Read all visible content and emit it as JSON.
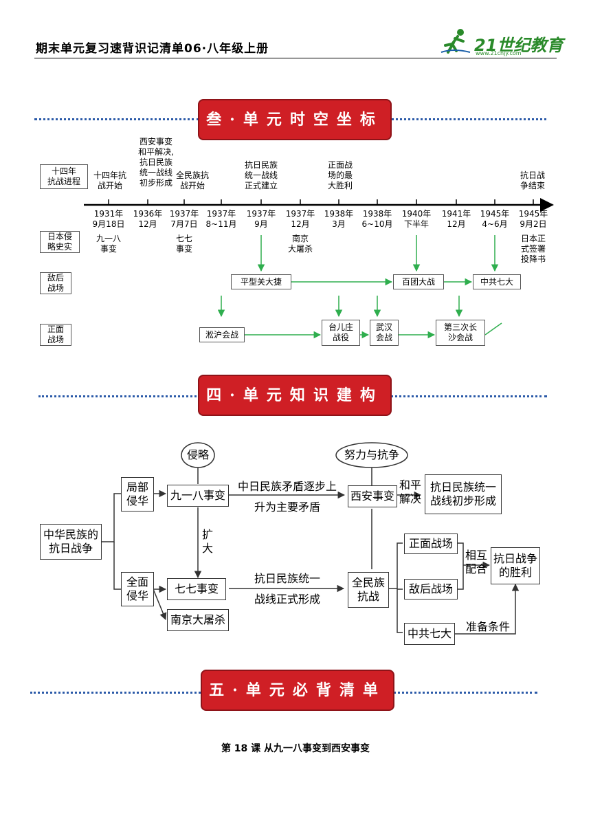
{
  "header": {
    "title": "期末单元复习速背识记清单06·八年级上册",
    "logo": "21世纪教育",
    "logo_sub": "www.21cnjy.com"
  },
  "sections": {
    "s3": "叁·单元时空坐标",
    "s4": "四·单元知识建构",
    "s5": "五·单元必背清单"
  },
  "timeline": {
    "row_labels": [
      "十四年\n抗战进程",
      "日本侵\n略史实",
      "敌后\n战场",
      "正面\n战场"
    ],
    "top_events": [
      "十四年抗\n战开始",
      "西安事变\n和平解决,\n抗日民族\n统一战线\n初步形成",
      "全民族抗\n战开始",
      "抗日民族\n统一战线\n正式建立",
      "正面战\n场的最\n大胜利",
      "抗日战\n争结束"
    ],
    "dates": [
      "1931年\n9月18日",
      "1936年\n12月",
      "1937年\n7月7日",
      "1937年\n8~11月",
      "1937年\n9月",
      "1937年\n12月",
      "1938年\n3月",
      "1938年\n6~10月",
      "1940年\n下半年",
      "1941年\n12月",
      "1945年\n4~6月",
      "1945年\n9月2日"
    ],
    "aggression": [
      "九一八\n事变",
      "七七\n事变",
      "南京\n大屠杀",
      "日本正\n式签署\n投降书"
    ],
    "enemy_rear": [
      "平型关大捷",
      "百团大战",
      "中共七大"
    ],
    "front": [
      "淞沪会战",
      "台儿庄\n战役",
      "武汉\n会战",
      "第三次长\n沙会战"
    ]
  },
  "knowledge": {
    "circle1": "侵略",
    "circle2": "努力与抗争",
    "root": "中华民族的\n抗日战争",
    "partial": "局部\n侵华",
    "full": "全面\n侵华",
    "e918": "九一八事变",
    "e77": "七七事变",
    "nanjing": "南京大屠杀",
    "expand": "扩\n大",
    "contradiction_top": "中日民族矛盾逐步上",
    "contradiction_bottom": "升为主要矛盾",
    "xian": "西安事变",
    "peace": "和平\n解决",
    "front_initial": "抗日民族统一\n战线初步形成",
    "united_top": "抗日民族统一",
    "united_bottom": "战线正式形成",
    "whole_nation": "全民族\n抗战",
    "front_field": "正面战场",
    "rear_field": "敌后战场",
    "congress": "中共七大",
    "mutual": "相互\n配合",
    "victory": "抗日战争\n的胜利",
    "prepare": "准备条件"
  },
  "lesson": "第 18 课   从九一八事变到西安事变"
}
